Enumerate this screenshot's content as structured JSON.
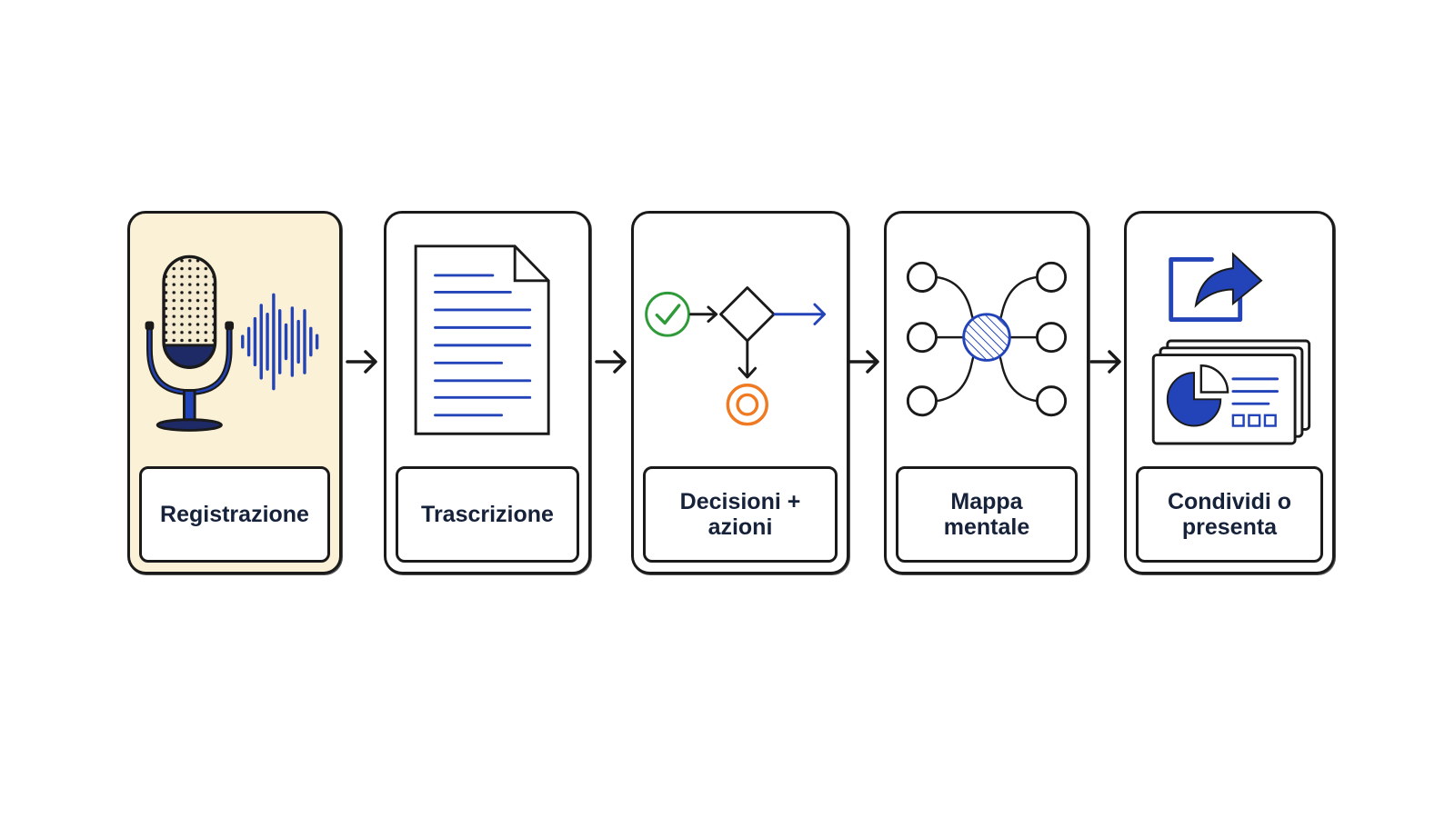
{
  "steps": [
    {
      "label": "Registrazione",
      "icon": "microphone-soundwave-icon"
    },
    {
      "label": "Trascrizione",
      "icon": "document-icon"
    },
    {
      "label": "Decisioni +\nazioni",
      "icon": "decision-flow-icon"
    },
    {
      "label": "Mappa\nmentale",
      "icon": "mind-map-icon"
    },
    {
      "label": "Condividi o\npresenta",
      "icon": "share-presentation-icon"
    }
  ],
  "colors": {
    "outline": "#1a1a1a",
    "accent_blue": "#2343b8",
    "highlight_bg": "#fbf1d6",
    "check_green": "#2f9a3a",
    "target_orange": "#f07a22",
    "label_text": "#16213a"
  }
}
